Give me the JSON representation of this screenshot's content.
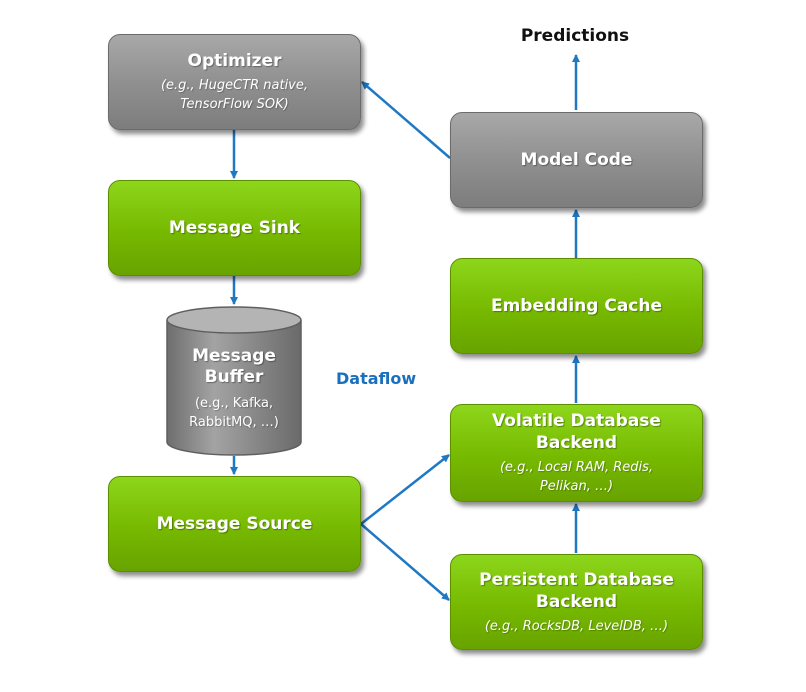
{
  "colors": {
    "green": "#76b900",
    "gray": "#8e8e8e",
    "arrow": "#1f78c4",
    "dataflow_label": "#1a6fbf"
  },
  "predictions_label": "Predictions",
  "dataflow_label": "Dataflow",
  "nodes": {
    "optimizer": {
      "title": "Optimizer",
      "subtitle_line1": "(e.g., HugeCTR native,",
      "subtitle_line2": "TensorFlow SOK)"
    },
    "message_sink": {
      "title": "Message Sink"
    },
    "message_buffer": {
      "title_line1": "Message",
      "title_line2": "Buffer",
      "subtitle_line1": "(e.g., Kafka,",
      "subtitle_line2": "RabbitMQ, …)"
    },
    "message_source": {
      "title": "Message Source"
    },
    "model_code": {
      "title": "Model Code"
    },
    "embedding_cache": {
      "title": "Embedding Cache"
    },
    "volatile_db": {
      "title_line1": "Volatile Database",
      "title_line2": "Backend",
      "subtitle_line1": "(e.g., Local RAM, Redis,",
      "subtitle_line2": "Pelikan, …)"
    },
    "persistent_db": {
      "title_line1": "Persistent Database",
      "title_line2": "Backend",
      "subtitle": "(e.g., RocksDB, LevelDB, …)"
    }
  }
}
